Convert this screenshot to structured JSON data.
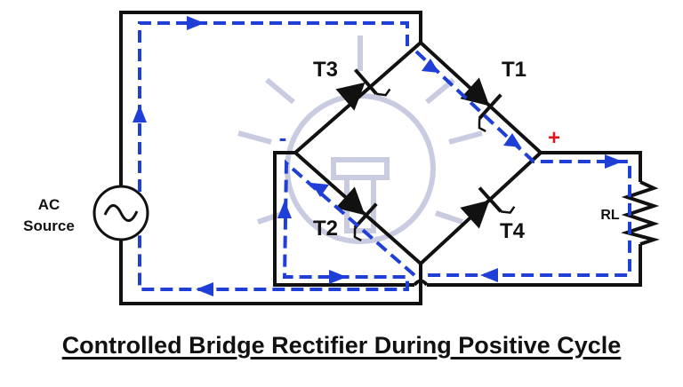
{
  "diagram": {
    "title": "Controlled Bridge Rectifier During Positive Cycle",
    "source_label_line1": "AC",
    "source_label_line2": "Source",
    "load_label": "RL",
    "thyristors": [
      "T1",
      "T2",
      "T3",
      "T4"
    ],
    "plus_sign": "+",
    "minus_sign": "-"
  },
  "colors": {
    "wire": "#111111",
    "current_path": "#1f3fd6",
    "plus": "#e0141e",
    "minus": "#1f3fd6",
    "watermark": "#c9cbe0"
  }
}
